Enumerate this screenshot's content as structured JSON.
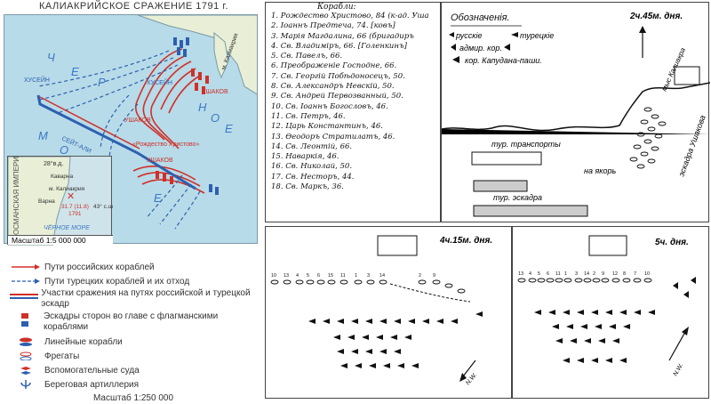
{
  "map": {
    "title": "КАЛИАКРИЙСКОЕ СРАЖЕНИЕ 1791 г.",
    "sea_letters": [
      "Ч",
      "Е",
      "Р",
      "Н",
      "О",
      "Е",
      "М",
      "О",
      "Р",
      "Е"
    ],
    "labels": {
      "hussein_top": "ХУСЕЙН",
      "hussein_left": "ХУСЕЙН",
      "seit_ali": "СЕЙТ-АЛИ",
      "ushakov_top": "УШАКОВ",
      "ushakov_mid": "УШАКОВ",
      "ushakov_lower": "УШАКОВ",
      "kaliakria": "м. Калиакрия",
      "rozhdestvo": "«Рождество Христово»"
    },
    "scale_main": "Масштаб 1:5 000 000",
    "inset": {
      "lon": "28°в.д.",
      "lat": "43° с.ш.",
      "country": "ОСМАНСКАЯ ИМПЕРИЯ",
      "kavarna": "Каварна",
      "kaliakria": "м. Калиакрия",
      "varna": "Варна",
      "date1": "31.7 (11.8)",
      "date2": "1791",
      "sea": "ЧЁРНОЕ МОРЕ"
    }
  },
  "legend": {
    "items": [
      "Пути российских кораблей",
      "Пути турецких кораблей и их отход",
      "Участки сражения на путях российской и турецкой эскадр",
      "Эскадры сторон во главе с флагманскими кораблями",
      "Линейные корабли",
      "Фрегаты",
      "Вспомогательные суда",
      "Береговая артиллерия"
    ],
    "scale": "Масштаб 1:250 000"
  },
  "ships_panel": {
    "heading": "Корабли:",
    "ships": [
      "1. Рождество Христово, 84 (к-ад. Уша",
      "2. Іоаннъ Предтеча, 74.   [ковъ]",
      "3. Марія Магдалина, 66 (бригадиръ",
      "4. Св. Владиміръ, 66.   [Голенкинъ]",
      "5. Св. Павелъ, 66.",
      "6. Преображеніе Господне, 66.",
      "7. Св. Георгій Побѣдоносецъ, 50.",
      "8. Св. Александръ Невскій, 50.",
      "9. Св. Андрей Первозванный, 50.",
      "10. Св. Іоаннъ Богословъ, 46.",
      "11. Св. Петръ, 46.",
      "12. Царь Константинъ, 46.",
      "13. Ѳеодоръ Стратилатъ, 46.",
      "14. Св. Леонтій, 66.",
      "15. Наваркія, 46.",
      "16. Св. Николай, 50.",
      "17. Св. Несторъ, 44.",
      "18. Св. Маркъ, 36."
    ]
  },
  "legend_panel": {
    "heading": "Обозначенія.",
    "russian": "русскіе",
    "turkish": "турецкіе",
    "admiral": "адмир. кор.",
    "kapudan": "кор. Капудана-паши.",
    "time": "2ч.45м. дня.",
    "batteries": "мыс Калиакра",
    "transports": "тур. транспорты",
    "anchor": "на якорь",
    "squadron": "тур. эскадра",
    "ushakov": "эскадра Ушакова"
  },
  "panel_415": {
    "time": "4ч.15м. дня.",
    "numbers": [
      "10",
      "13",
      "4",
      "5",
      "6",
      "15",
      "11",
      "1",
      "3",
      "14",
      "2",
      "9"
    ],
    "wind": "N.W."
  },
  "panel_5": {
    "time": "5ч. дня.",
    "numbers": [
      "13",
      "4",
      "5",
      "6",
      "11",
      "1",
      "3",
      "14",
      "2",
      "9",
      "12",
      "8",
      "7",
      "10"
    ],
    "wind": "N.W."
  }
}
